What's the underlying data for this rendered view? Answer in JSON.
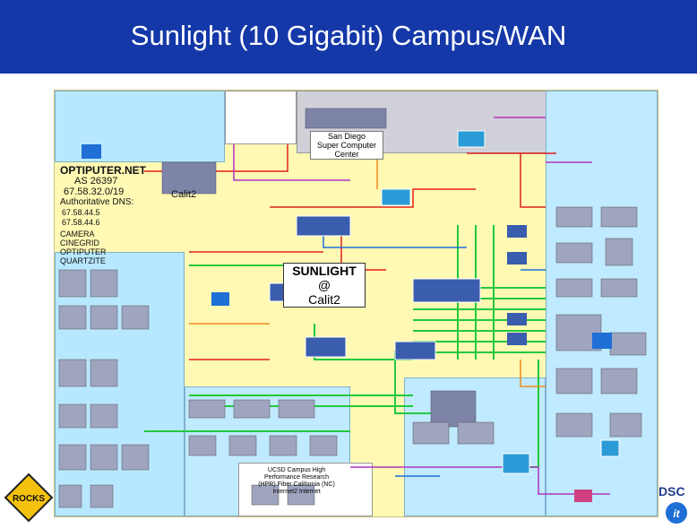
{
  "slide": {
    "title": "Sunlight (10 Gigabit) Campus/WAN"
  },
  "colors": {
    "header_bg": "#1438a8",
    "diagram_bg": "#fff9b4",
    "left_panel": "#b8e8ff",
    "right_panel": "#bfeaff",
    "top_band": "#d0d0d8",
    "switch_fill": "#3a5dae",
    "link_green": "#22c93c",
    "link_red": "#e0201e",
    "link_purple": "#b232c0",
    "link_orange": "#f08a1c"
  },
  "diagram": {
    "optiputer": {
      "name": "OPTIPUTER.NET",
      "as": "AS 26397",
      "subnet": "67.58.32.0/19",
      "dns_label": "Authoritative DNS:",
      "dns1": "67.58.44.5",
      "dns2": "67.58.44.6"
    },
    "projects": [
      "CAMERA",
      "CINEGRID",
      "OPTIPUTER",
      "QUARTZITE"
    ],
    "calit2_label": "Calit2",
    "sdsc": {
      "line1": "San Diego",
      "line2": "Super Computer",
      "line3": "Center"
    },
    "sunlight": {
      "line1": "SUNLIGHT",
      "line2": "@",
      "line3": "Calit2"
    },
    "ucsd_campus": {
      "line1": "UCSD Campus High",
      "line2": "Performance Research",
      "line3": "(HPR) Fiber California (NC)",
      "line4": "Internet2 Internet"
    },
    "rocks_logo": "ROCKS",
    "dsc_logo": "DSC"
  }
}
